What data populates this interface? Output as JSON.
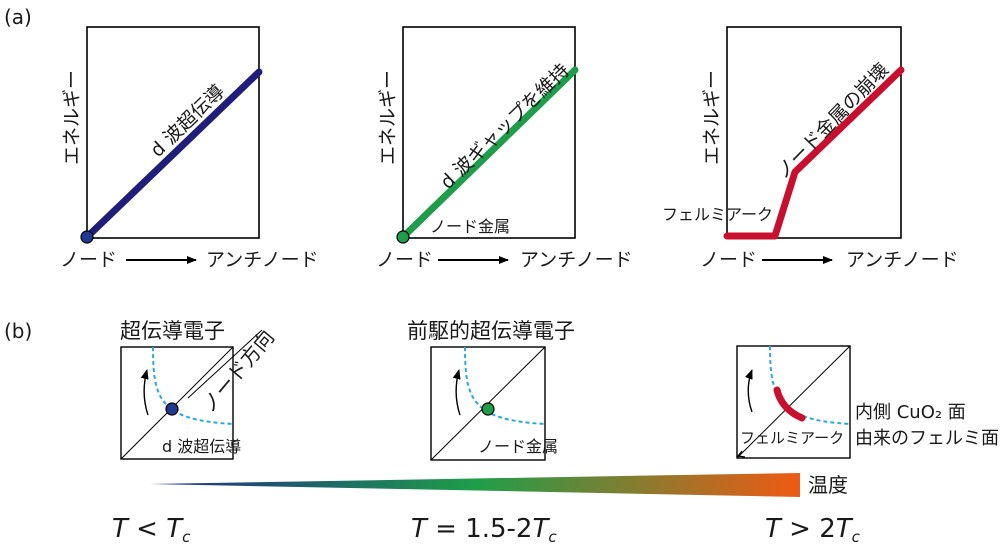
{
  "panel_a": {
    "label": "(a)",
    "plots": [
      {
        "y_axis_label": "エネルギー",
        "x_start_label": "ノード",
        "x_end_label": "アンチノード",
        "line_label": "d 波超伝導",
        "line_color": "#1f1f7a",
        "node_color": "#1f3a93"
      },
      {
        "y_axis_label": "エネルギー",
        "x_start_label": "ノード",
        "x_end_label": "アンチノード",
        "line_label": "d 波ギャップを維持",
        "node_label": "ノード金属",
        "line_color": "#1e9e4a",
        "node_color": "#1e9e4a"
      },
      {
        "y_axis_label": "エネルギー",
        "x_start_label": "ノード",
        "x_end_label": "アンチノード",
        "line_label": "ノード金属の崩壊",
        "arc_label": "フェルミアーク",
        "line_color": "#c8102e"
      }
    ]
  },
  "panel_b": {
    "label": "(b)",
    "insets": [
      {
        "title": "超伝導電子",
        "title_color": "#2e2e8f",
        "node_label": "d 波超伝導",
        "direction_label": "ノード方向",
        "node_color": "#1f3a93"
      },
      {
        "title": "前駆的超伝導電子",
        "title_color": "#1e9e4a",
        "node_label": "ノード金属",
        "node_color": "#1e9e4a"
      },
      {
        "arc_label": "フェルミアーク",
        "surface_label_line1": "内側 CuO₂ 面",
        "surface_label_line2": "由来のフェルミ面",
        "arc_color": "#c8102e"
      }
    ],
    "temperature_label": "温度",
    "gradient_colors": [
      "#1f2a8a",
      "#1e9e4a",
      "#f05a14"
    ],
    "regimes": [
      {
        "var": "T",
        "op": " < ",
        "rhs": "T",
        "sub": "c"
      },
      {
        "var": "T",
        "op": " = 1.5-2",
        "rhs": "T",
        "sub": "c"
      },
      {
        "var": "T",
        "op": " > 2",
        "rhs": "T",
        "sub": "c"
      }
    ]
  },
  "colors": {
    "fermi_surface": "#29a9e0",
    "axis": "#000000"
  }
}
